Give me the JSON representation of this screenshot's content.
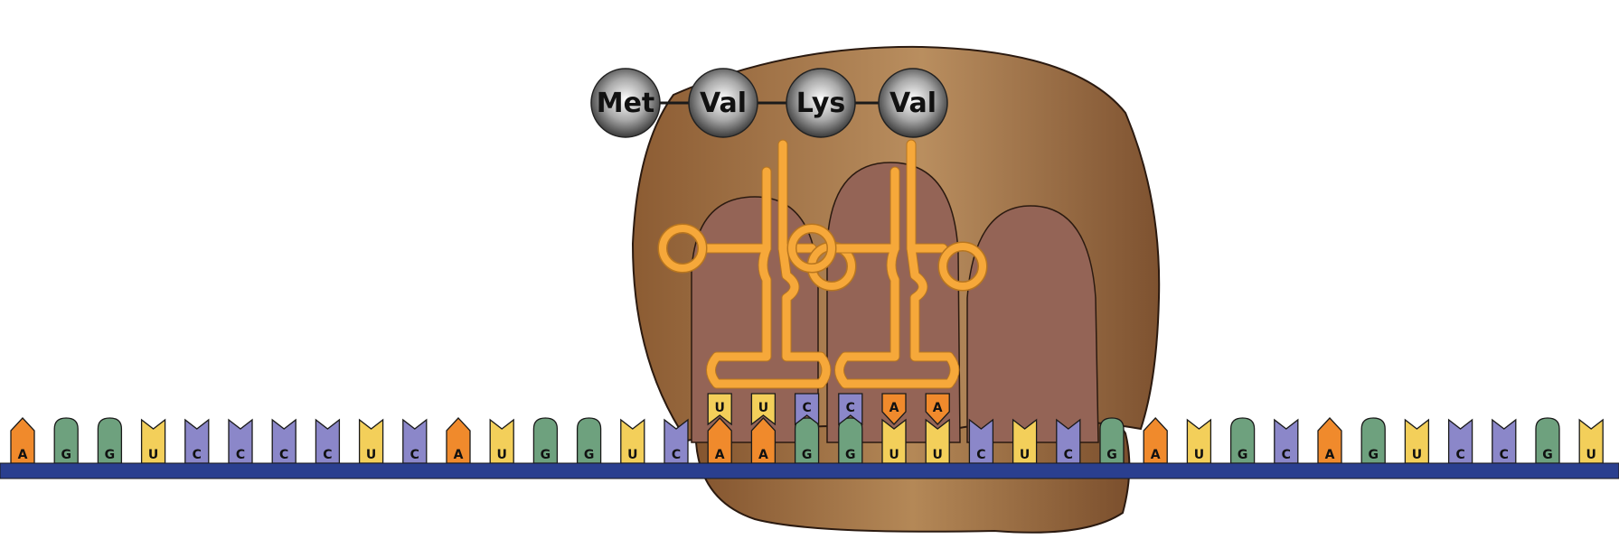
{
  "diagram": {
    "peptide_chain": [
      "Met",
      "Val",
      "Lys",
      "Val"
    ],
    "mrna_sequence": [
      "A",
      "G",
      "G",
      "U",
      "C",
      "C",
      "C",
      "C",
      "U",
      "C",
      "A",
      "U",
      "G",
      "G",
      "U",
      "C",
      "A",
      "A",
      "G",
      "G",
      "U",
      "U",
      "C",
      "U",
      "C",
      "G",
      "A",
      "U",
      "G",
      "C",
      "A",
      "G",
      "U",
      "C",
      "C",
      "G",
      "U"
    ],
    "anticodons": [
      [
        "U",
        "U",
        "C"
      ],
      [
        "C",
        "A",
        "A"
      ]
    ],
    "base_colors": {
      "A": "#f08a2c",
      "G": "#6ea17e",
      "U": "#f3cf5a",
      "C": "#8b87c9"
    },
    "colors": {
      "ribosome_large": "#a5774a",
      "ribosome_inner": "#93625a",
      "trna": "#f6a83a",
      "backbone": "#2a3f8f",
      "amino_acid": "#6e6e6e"
    }
  }
}
